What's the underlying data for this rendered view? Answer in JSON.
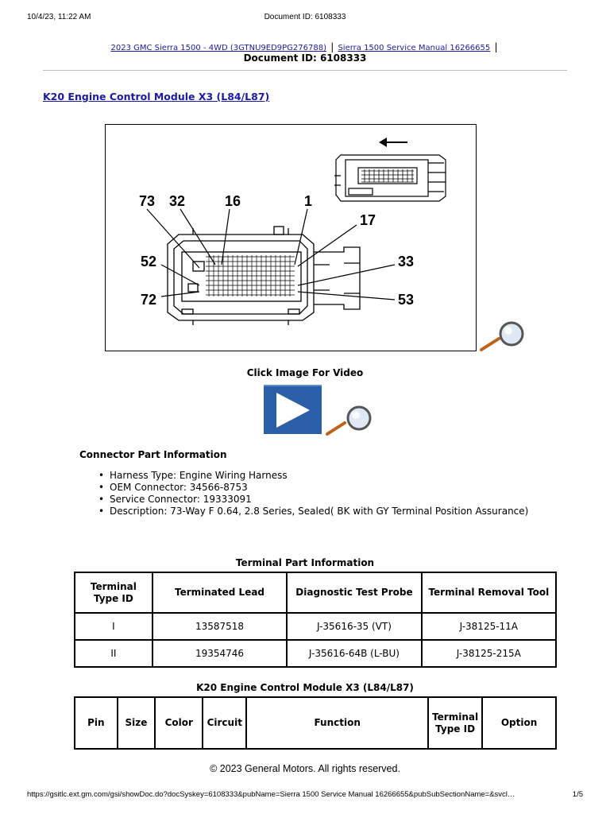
{
  "print_header": {
    "datetime": "10/4/23, 11:22 AM",
    "doc_title": "Document ID: 6108333"
  },
  "breadcrumb": {
    "vehicle_link": "2023 GMC Sierra 1500 - 4WD (3GTNU9ED9PG276788)",
    "separator": "|",
    "manual_link": "Sierra 1500 Service Manual 16266655"
  },
  "doc_id": "Document ID: 6108333",
  "page_title": "K20 Engine Control Module X3 (L84/L87)",
  "diagram": {
    "callouts": [
      "73",
      "32",
      "16",
      "1",
      "17",
      "52",
      "33",
      "72",
      "53"
    ],
    "icons": [
      "magnifier-icon",
      "arrow-left-icon"
    ]
  },
  "video": {
    "label": "Click Image For Video",
    "icon": "play-icon"
  },
  "connector_info": {
    "heading": "Connector Part Information",
    "items": [
      "Harness Type: Engine Wiring Harness",
      "OEM Connector: 34566-8753",
      "Service Connector: 19333091",
      "Description: 73-Way F 0.64, 2.8 Series, Sealed( BK with GY Terminal Position Assurance)"
    ]
  },
  "terminal_table": {
    "caption": "Terminal Part Information",
    "headers": [
      "Terminal Type ID",
      "Terminated Lead",
      "Diagnostic Test Probe",
      "Terminal Removal Tool"
    ],
    "rows": [
      [
        "I",
        "13587518",
        "J-35616-35 (VT)",
        "J-38125-11A"
      ],
      [
        "II",
        "19354746",
        "J-35616-64B (L-BU)",
        "J-38125-215A"
      ]
    ]
  },
  "pin_table": {
    "caption": "K20 Engine Control Module X3 (L84/L87)",
    "headers": [
      "Pin",
      "Size",
      "Color",
      "Circuit",
      "Function",
      "Terminal Type ID",
      "Option"
    ]
  },
  "footer": {
    "copyright": "© 2023 General Motors.  All rights reserved.",
    "url": "https://gsitlc.ext.gm.com/gsi/showDoc.do?docSyskey=6108333&pubName=Sierra 1500 Service Manual 16266655&pubSubSectionName=&svcl…",
    "page": "1/5"
  }
}
